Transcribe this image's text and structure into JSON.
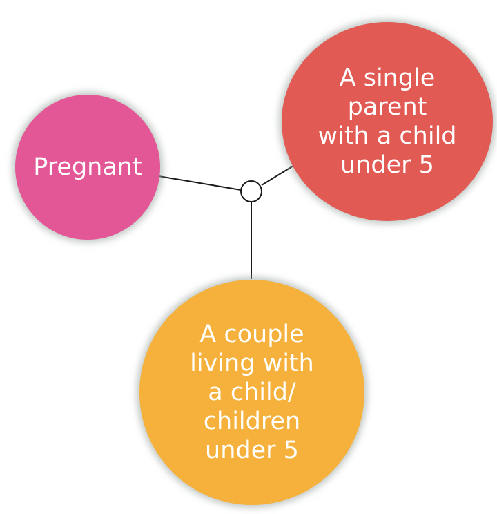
{
  "nodes": {
    "pregnant": {
      "label": "Pregnant",
      "color": "#e45797"
    },
    "single_parent": {
      "label": "A single\nparent\nwith a child\nunder 5",
      "color": "#e25a54"
    },
    "couple": {
      "label": "A couple\nliving with\na child/\nchildren\nunder 5",
      "color": "#f5b13b"
    }
  },
  "connector_color": "#1a1a1a"
}
